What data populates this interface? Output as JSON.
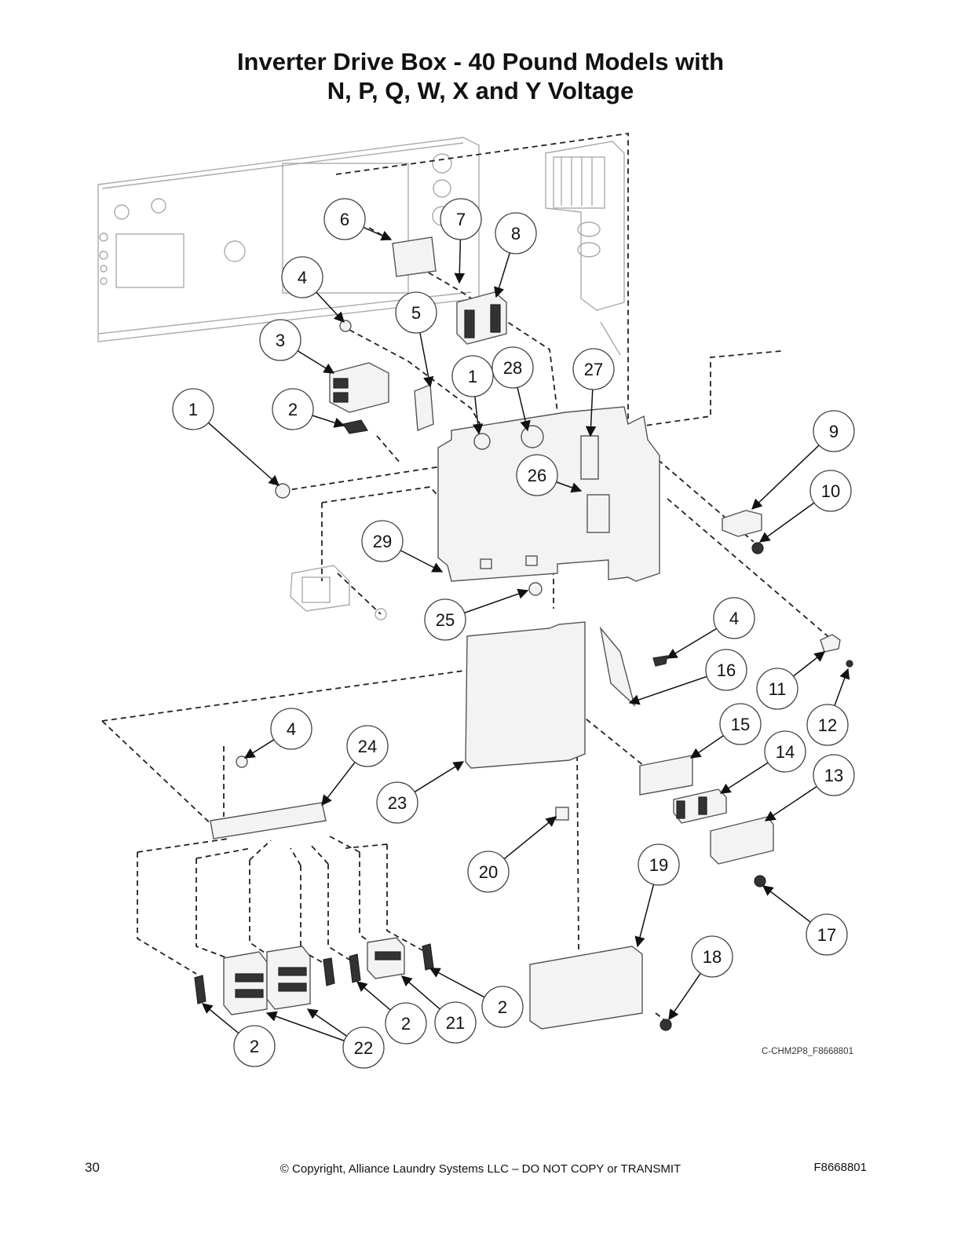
{
  "page": {
    "title_line1": "Inverter Drive Box - 40 Pound Models with",
    "title_line2": "N, P, Q, W, X and Y Voltage",
    "page_number": "30",
    "copyright": "© Copyright, Alliance Laundry Systems LLC – DO NOT COPY or TRANSMIT",
    "document_code": "F8668801",
    "figure_code": "C-CHM2P8_F8668801"
  },
  "callouts": [
    {
      "label": "6"
    },
    {
      "label": "7"
    },
    {
      "label": "8"
    },
    {
      "label": "4"
    },
    {
      "label": "5"
    },
    {
      "label": "3"
    },
    {
      "label": "1"
    },
    {
      "label": "28"
    },
    {
      "label": "27"
    },
    {
      "label": "1"
    },
    {
      "label": "2"
    },
    {
      "label": "9"
    },
    {
      "label": "26"
    },
    {
      "label": "10"
    },
    {
      "label": "29"
    },
    {
      "label": "25"
    },
    {
      "label": "4"
    },
    {
      "label": "16"
    },
    {
      "label": "11"
    },
    {
      "label": "12"
    },
    {
      "label": "4"
    },
    {
      "label": "24"
    },
    {
      "label": "15"
    },
    {
      "label": "14"
    },
    {
      "label": "13"
    },
    {
      "label": "23"
    },
    {
      "label": "20"
    },
    {
      "label": "19"
    },
    {
      "label": "17"
    },
    {
      "label": "18"
    },
    {
      "label": "2"
    },
    {
      "label": "2"
    },
    {
      "label": "21"
    },
    {
      "label": "2"
    },
    {
      "label": "22"
    }
  ]
}
